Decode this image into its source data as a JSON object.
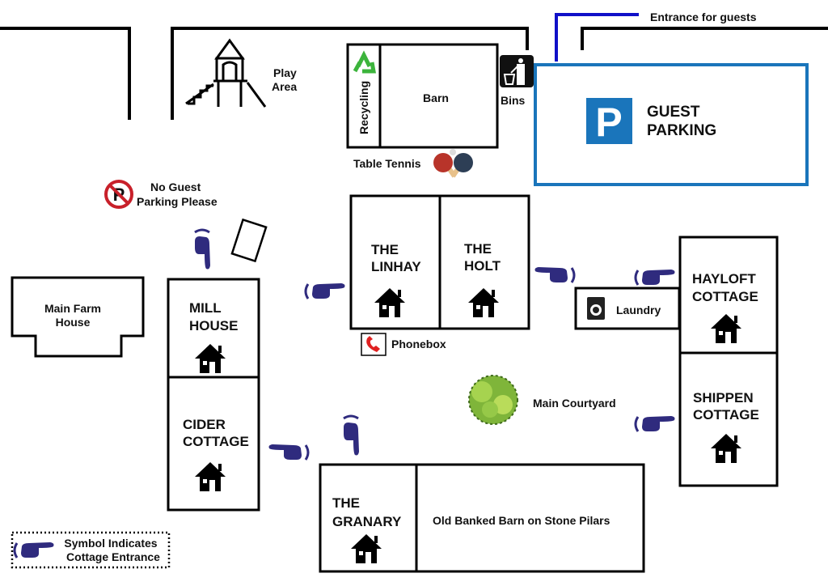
{
  "map": {
    "entrance_label": "Entrance for guests",
    "play_area": [
      "Play",
      "Area"
    ],
    "recycling": "Recycling",
    "barn": "Barn",
    "bins": "Bins",
    "table_tennis": "Table Tennis",
    "guest_parking": [
      "GUEST",
      "PARKING"
    ],
    "parking_sign": "P",
    "no_parking": [
      "No Guest",
      "Parking Please"
    ],
    "main_farm_house": [
      "Main Farm",
      "House"
    ],
    "mill_house": [
      "MILL",
      "HOUSE"
    ],
    "cider_cottage": [
      "CIDER",
      "COTTAGE"
    ],
    "the_linhay": [
      "THE",
      "LINHAY"
    ],
    "the_holt": [
      "THE",
      "HOLT"
    ],
    "laundry": "Laundry",
    "phonebox": "Phonebox",
    "hayloft_cottage": [
      "HAYLOFT",
      "COTTAGE"
    ],
    "shippen_cottage": [
      "SHIPPEN",
      "COTTAGE"
    ],
    "main_courtyard": "Main Courtyard",
    "the_granary": [
      "THE",
      "GRANARY"
    ],
    "old_banked_barn": "Old Banked Barn on Stone Pilars"
  },
  "legend": {
    "text": [
      "Symbol Indicates",
      "Cottage Entrance"
    ],
    "icon": "pointing-hand-icon"
  },
  "colors": {
    "hand": "#2f2b7e",
    "parking_blue": "#1a75bb",
    "entrance_blue": "#1010c8",
    "recycling_green": "#3cb43c",
    "no_parking_red": "#c8202a",
    "phone_red": "#e02020",
    "tree_green": "#8cc63f"
  }
}
